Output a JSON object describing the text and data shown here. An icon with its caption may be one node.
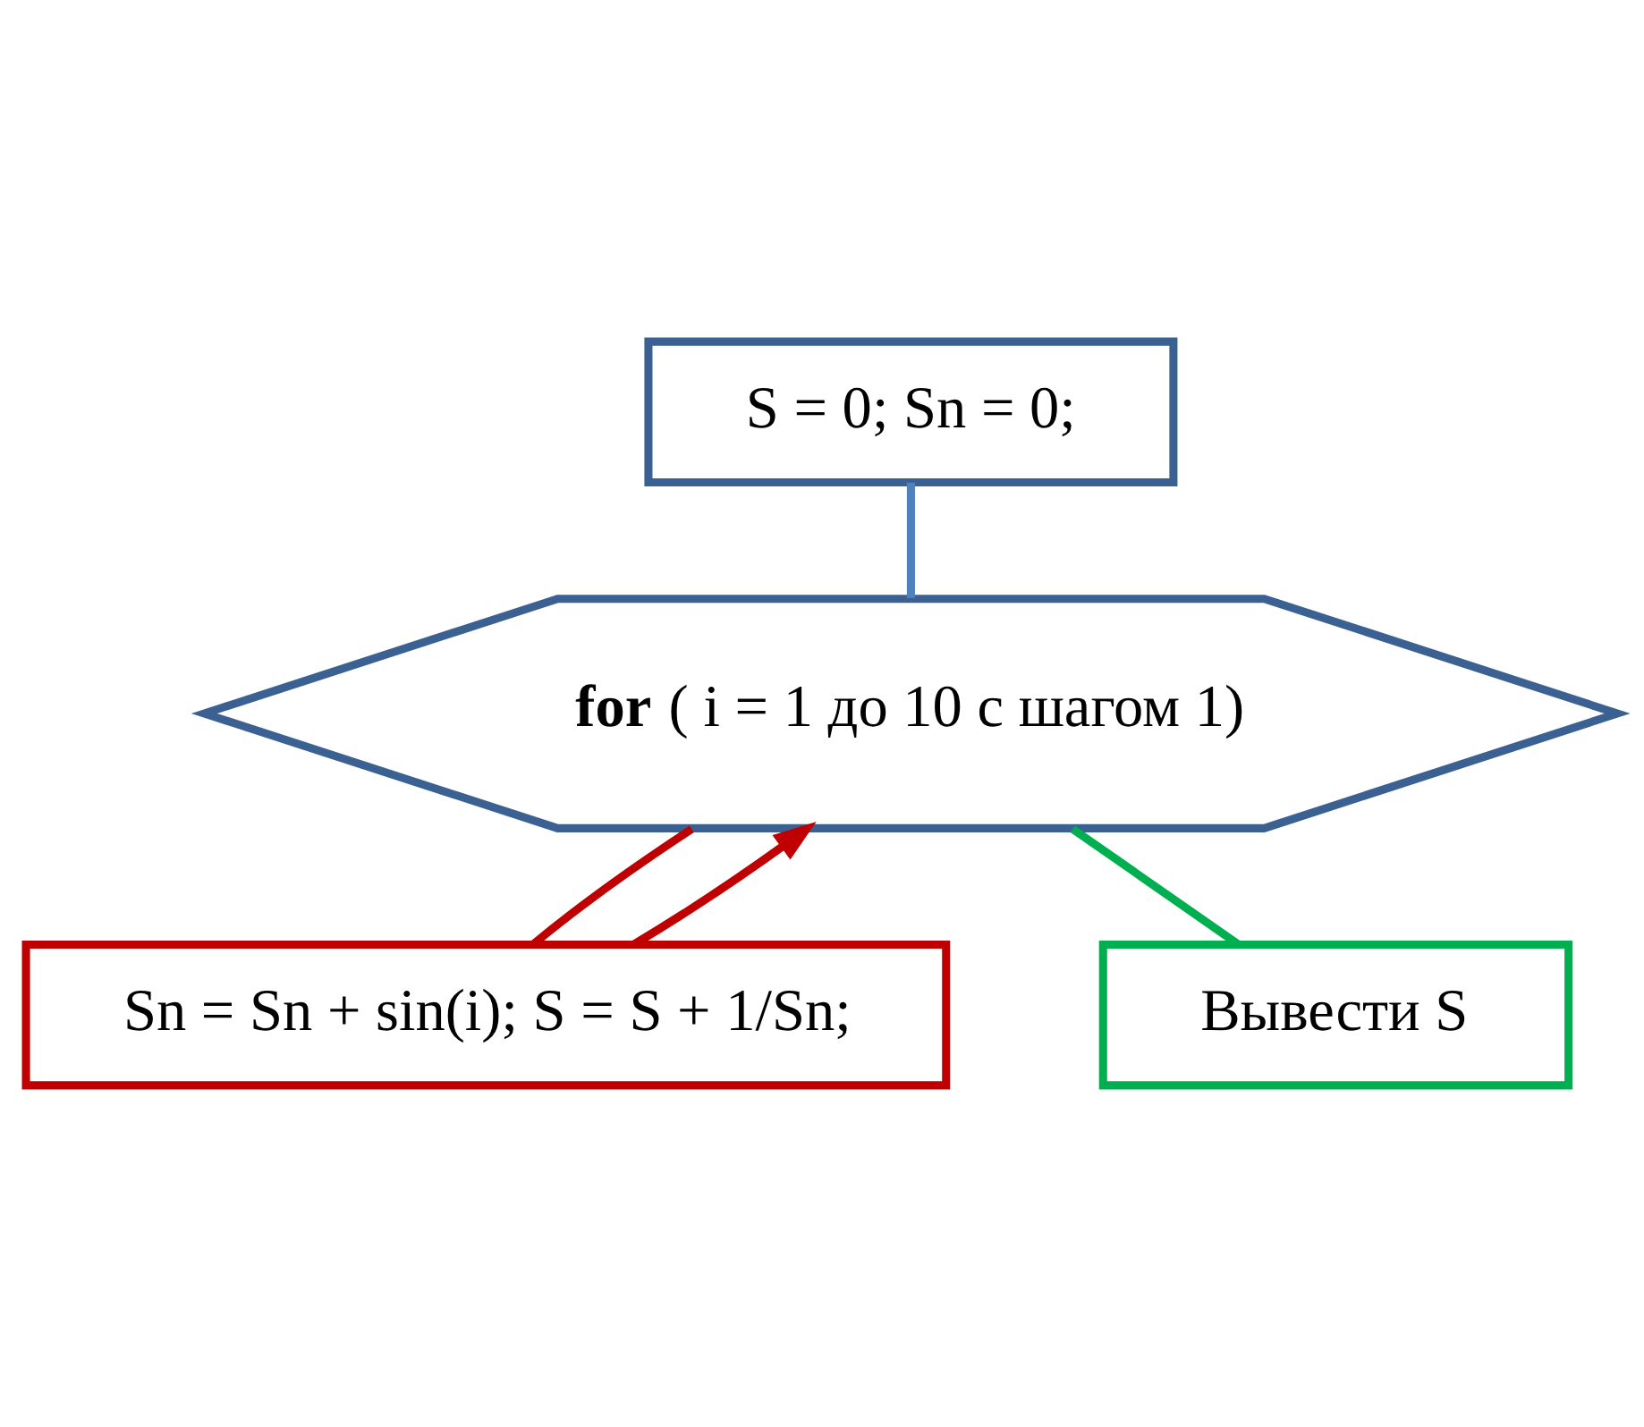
{
  "diagram": {
    "nodes": [
      {
        "text": [
          "S = 0; Sn = 0;"
        ]
      },
      {
        "text": [
          "**for** ( i = 1 до 10 с шагом 1)"
        ]
      },
      {
        "text": [
          "Sn = Sn + sin(i); S = S + 1/Sn;"
        ]
      },
      {
        "text": [
          "Вывести S"
        ]
      }
    ],
    "edges": [
      {
        "from": 0,
        "to": 1,
        "arrow": "none",
        "color": "#4f81bd"
      },
      {
        "from": 1,
        "to": 2,
        "arrow": "none"
      },
      {
        "from": 2,
        "to": 1,
        "arrow": "to"
      },
      {
        "from": 1,
        "to": 3,
        "arrow": "none",
        "color": "#00b050"
      }
    ]
  }
}
